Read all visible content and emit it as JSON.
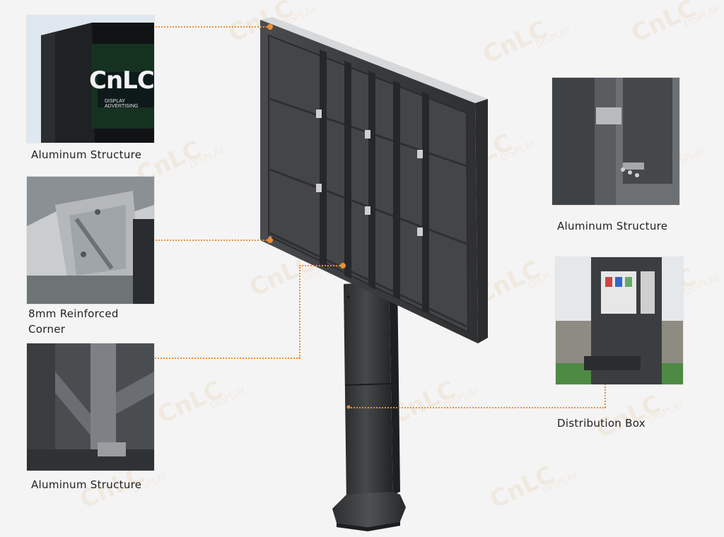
{
  "callouts": {
    "top_left": "Aluminum Structure",
    "middle_left_line1": "8mm Reinforced",
    "middle_left_line2": "Corner",
    "bottom_left": "Aluminum Structure",
    "top_right": "Aluminum Structure",
    "bottom_right": "Distribution Box"
  },
  "photos": {
    "top_left_sign_text": "CnLC",
    "top_left_sign_subtext": "DISPLAY ADVERTISING"
  },
  "watermark": {
    "brand": "CnLC",
    "sub": "DISPLAY"
  },
  "colors": {
    "accent": "#e8913a",
    "cabinet": "#3d3e40",
    "frame": "#2b2c2e",
    "background": "#f4f4f4"
  }
}
